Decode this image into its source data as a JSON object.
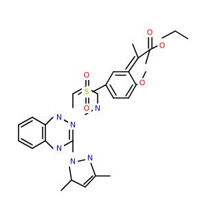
{
  "molecule": {
    "atom_labels": {
      "o_carbonyl": "O",
      "o_ester": "O",
      "o_furan": "O",
      "s_sulfonyl": "S",
      "o_sulfonyl_top": "O",
      "o_sulfonyl_bottom": "O",
      "n_piperazine_right": "N",
      "n_piperazine_left": "N",
      "n_quinoxaline_top": "N",
      "n_quinoxaline_bottom": "N",
      "n_pyrazole_1": "N",
      "n_pyrazole_2": "N"
    },
    "colors": {
      "oxygen": "#ff0000",
      "nitrogen": "#0000ff",
      "sulfur": "#b8b800",
      "bond": "#000000"
    }
  }
}
